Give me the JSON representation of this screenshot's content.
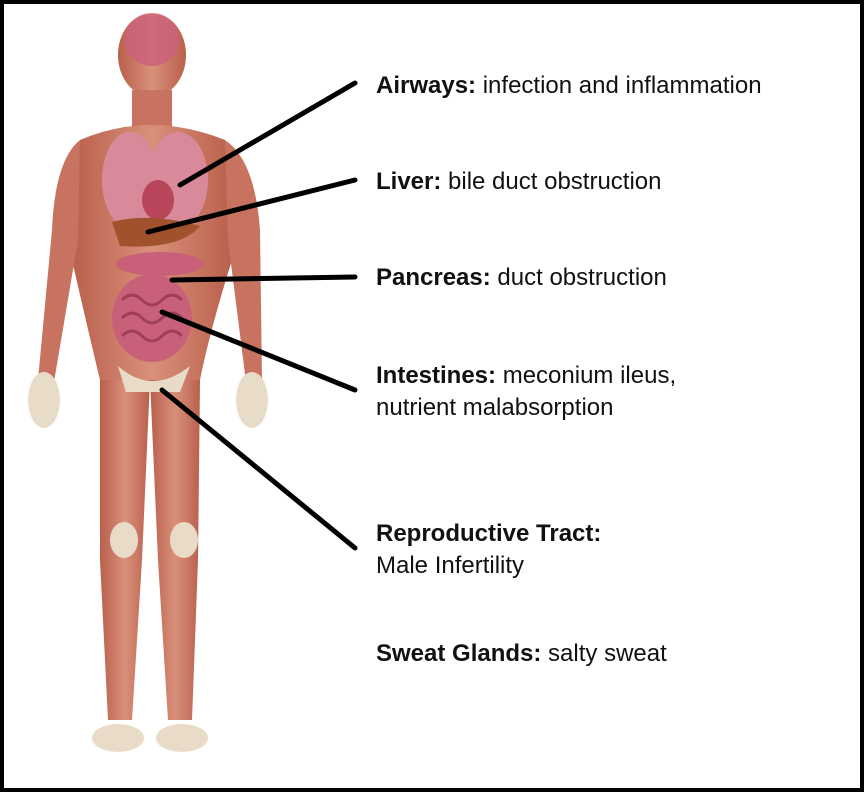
{
  "labels": [
    {
      "term": "Airways:",
      "desc": "infection and inflammation"
    },
    {
      "term": "Liver:",
      "desc": "bile duct obstruction"
    },
    {
      "term": "Pancreas:",
      "desc": "duct obstruction"
    },
    {
      "term": "Intestines:",
      "desc": "meconium ileus,",
      "desc2": "nutrient malabsorption"
    },
    {
      "term": "Reproductive Tract:",
      "desc2": "Male Infertility"
    },
    {
      "term": "Sweat Glands:",
      "desc": "salty sweat"
    }
  ],
  "colors": {
    "muscle": "#c8735f",
    "bone": "#e8dcc8",
    "organ": "#c9607a",
    "lung": "#d98a9a",
    "liver": "#a0522d",
    "line": "#000000"
  }
}
